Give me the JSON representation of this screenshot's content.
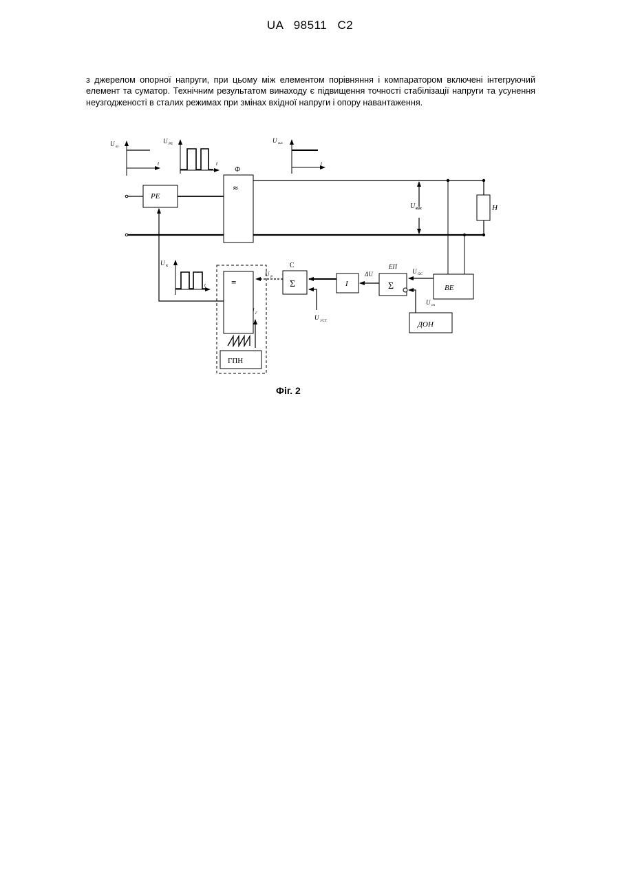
{
  "header": {
    "doc_number": "UA   98511   C2"
  },
  "paragraph": "з джерелом опорної напруги, при цьому між елементом порівняння і компаратором включені інтегруючий елемент та суматор. Технічним результатом винаходу є підвищення точності стабілізації напруги та усунення неузгодженості в сталих режимах при змінах вхідної напруги і опору навантаження.",
  "figure": {
    "caption": "Фіг. 2",
    "blocks": {
      "re": "PE",
      "filter": "Ф",
      "filter_symbol": "≈",
      "load": "Н",
      "ve": "BE",
      "don": "ДОН",
      "integrator": "I",
      "sum_c_symbol": "Σ",
      "sum_ep_symbol": "Σ",
      "comparator": "=",
      "gpn": "ГПН"
    },
    "labels": {
      "c": "C",
      "ep": "ЕП",
      "delta_u": "ΔU",
      "u_out": "U",
      "u_out_sub": "вих",
      "u_in": "U",
      "u_in_sub": "вх",
      "u_re": "U",
      "u_re_sub": "РЕ",
      "u_vyh_top": "U",
      "u_vyh_top_sub": "вих",
      "u_k": "U",
      "u_k_sub": "К",
      "u_r": "U",
      "u_r_sub": "Р",
      "u_g": "U",
      "u_g_sub": "Г",
      "u_ust": "U",
      "u_ust_sub": "УСТ",
      "u_os": "U",
      "u_os_sub": "ОС",
      "u_op": "U",
      "u_op_sub": "оп",
      "t1": "t",
      "t2": "t",
      "t3": "t",
      "t4": "t"
    }
  }
}
